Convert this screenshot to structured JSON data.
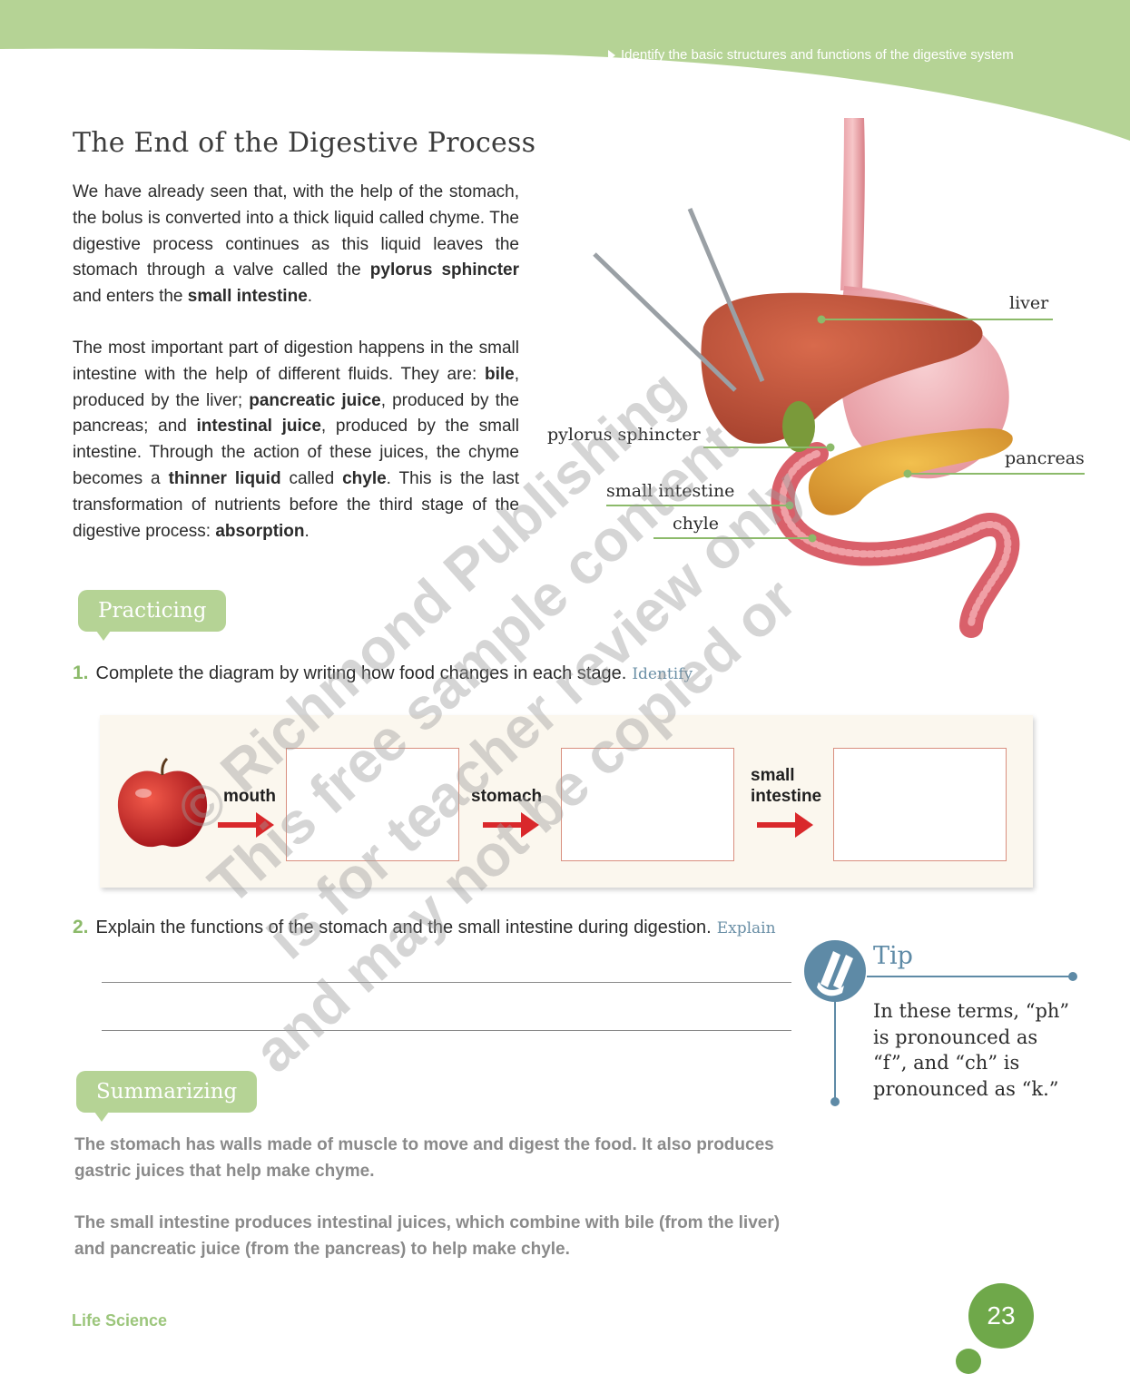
{
  "header": {
    "objective": "Identify the basic structures and functions of the digestive system"
  },
  "main": {
    "title": "The End of the Digestive Process",
    "para1": [
      {
        "t": "We have already seen that, with the help of the stomach, the bolus is converted into a thick liquid called chyme. The digestive process continues as this liquid leaves the stomach through a valve called the "
      },
      {
        "t": "pylorus sphincter",
        "b": true
      },
      {
        "t": " and enters the "
      },
      {
        "t": "small intestine",
        "b": true
      },
      {
        "t": "."
      }
    ],
    "para2": [
      {
        "t": "The most important part of digestion happens in the small intestine with the help of different fluids. They are: "
      },
      {
        "t": "bile",
        "b": true
      },
      {
        "t": ", produced by the liver; "
      },
      {
        "t": "pancreatic juice",
        "b": true
      },
      {
        "t": ", produced by the pancreas; and "
      },
      {
        "t": "intestinal juice",
        "b": true
      },
      {
        "t": ", produced by the small intestine. Through the action of these juices, the chyme becomes a "
      },
      {
        "t": "thinner liquid",
        "b": true
      },
      {
        "t": " called "
      },
      {
        "t": "chyle",
        "b": true
      },
      {
        "t": ". This is the last transformation of nutrients before the third stage of the digestive process: "
      },
      {
        "t": "absorption",
        "b": true
      },
      {
        "t": "."
      }
    ]
  },
  "diagram": {
    "labels": {
      "liver": "liver",
      "pylorus": "pylorus sphincter",
      "pancreas": "pancreas",
      "small_intestine": "small intestine",
      "chyle": "chyle"
    },
    "colors": {
      "leader": "#8cba6a",
      "liver": "#b8503a",
      "pancreas": "#e0a23c",
      "intestine": "#d9606a"
    }
  },
  "practicing": {
    "tag": "Practicing",
    "q1": {
      "num": "1.",
      "text": "Complete the diagram by writing how food changes in each stage.",
      "skill": "Identify"
    },
    "flow": {
      "mouth": "mouth",
      "stomach": "stomach",
      "small_intestine_line1": "small",
      "small_intestine_line2": "intestine"
    },
    "q2": {
      "num": "2.",
      "text": "Explain the functions of the stomach and the small intestine during digestion.",
      "skill": "Explain"
    }
  },
  "summarizing": {
    "tag": "Summarizing",
    "s1": "The stomach has walls made of muscle to move and digest the food. It also produces gastric juices that help make chyme.",
    "s2": "The small intestine produces intestinal juices, which combine with bile (from the liver) and pancreatic juice (from the pancreas) to help make chyle."
  },
  "tip": {
    "title": "Tip",
    "text": "In these terms, “ph” is pronounced as “f”, and “ch” is pronounced as “k.”"
  },
  "footer": {
    "subject": "Life Science",
    "page_number": "23"
  },
  "watermark": {
    "line1": "© Richmond Publishing",
    "line2": "This free sample content",
    "line3": "is for teacher review only",
    "line4": "and may not be copied or"
  },
  "colors": {
    "accent_green": "#b5d395",
    "dark_green": "#6fa84a",
    "tip_blue": "#5e8aa6",
    "arrow_red": "#d9282b"
  }
}
